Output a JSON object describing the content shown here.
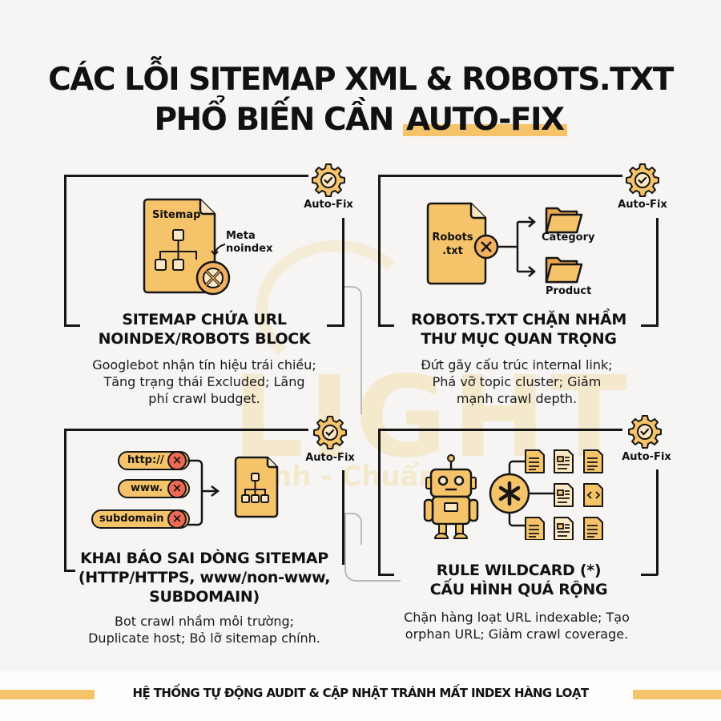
{
  "title": {
    "line1": "CÁC LỖI SITEMAP XML & ROBOTS.TXT",
    "line2_prefix": "PHỔ BIẾN CẦN ",
    "line2_highlight": "AUTO-FIX"
  },
  "watermark": {
    "brand": "LIGHT",
    "tagline": "nh - Chuẩn - "
  },
  "badge_label": "Auto-Fix",
  "cards": [
    {
      "title_line1": "SITEMAP CHỨA URL",
      "title_line2": "NOINDEX/ROBOTS BLOCK",
      "desc_line1": "Googlebot nhận tín hiệu trái chiều;",
      "desc_line2": "Tăng trạng thái Excluded; Lãng",
      "desc_line3": "phí crawl budget.",
      "illustration": {
        "file_label": "Sitemap",
        "annotation_line1": "Meta",
        "annotation_line2": "noindex"
      }
    },
    {
      "title_line1": "ROBOTS.TXT CHẶN NHẦM",
      "title_line2": "THƯ MỤC QUAN TRỌNG",
      "desc_line1": "Đứt gãy cấu trúc internal link;",
      "desc_line2": "Phá vỡ topic cluster; Giảm",
      "desc_line3": "mạnh crawl depth.",
      "illustration": {
        "file_label_line1": "Robots",
        "file_label_line2": ".txt",
        "folder1": "Category",
        "folder2": "Product"
      }
    },
    {
      "title_line1": "KHAI BÁO SAI DÒNG SITEMAP",
      "title_line2": "(HTTP/HTTPS, www/non-www,",
      "title_line3": "SUBDOMAIN)",
      "desc_line1": "Bot crawl nhầm môi trường;",
      "desc_line2": "Duplicate host; Bỏ lỡ sitemap chính.",
      "illustration": {
        "pills": [
          "http://",
          "www.",
          "subdomain"
        ]
      }
    },
    {
      "title_line1": "RULE WILDCARD (*)",
      "title_line2": "CẤU HÌNH QUÁ RỘNG",
      "desc_line1": "Chặn hàng loạt URL indexable; Tạo",
      "desc_line2": "orphan URL; Giảm crawl coverage.",
      "illustration": {
        "wildcard_symbol": "✱",
        "code_symbol": "‹ ›"
      }
    }
  ],
  "footer": {
    "text": "HỆ THỐNG TỰ ĐỘNG AUDIT & CẬP NHẬT TRÁNH MẤT INDEX HÀNG LOẠT"
  },
  "colors": {
    "accent": "#f5c36a",
    "background": "#f6f5f3",
    "error_red": "#ee6a55",
    "outline": "#161616"
  }
}
